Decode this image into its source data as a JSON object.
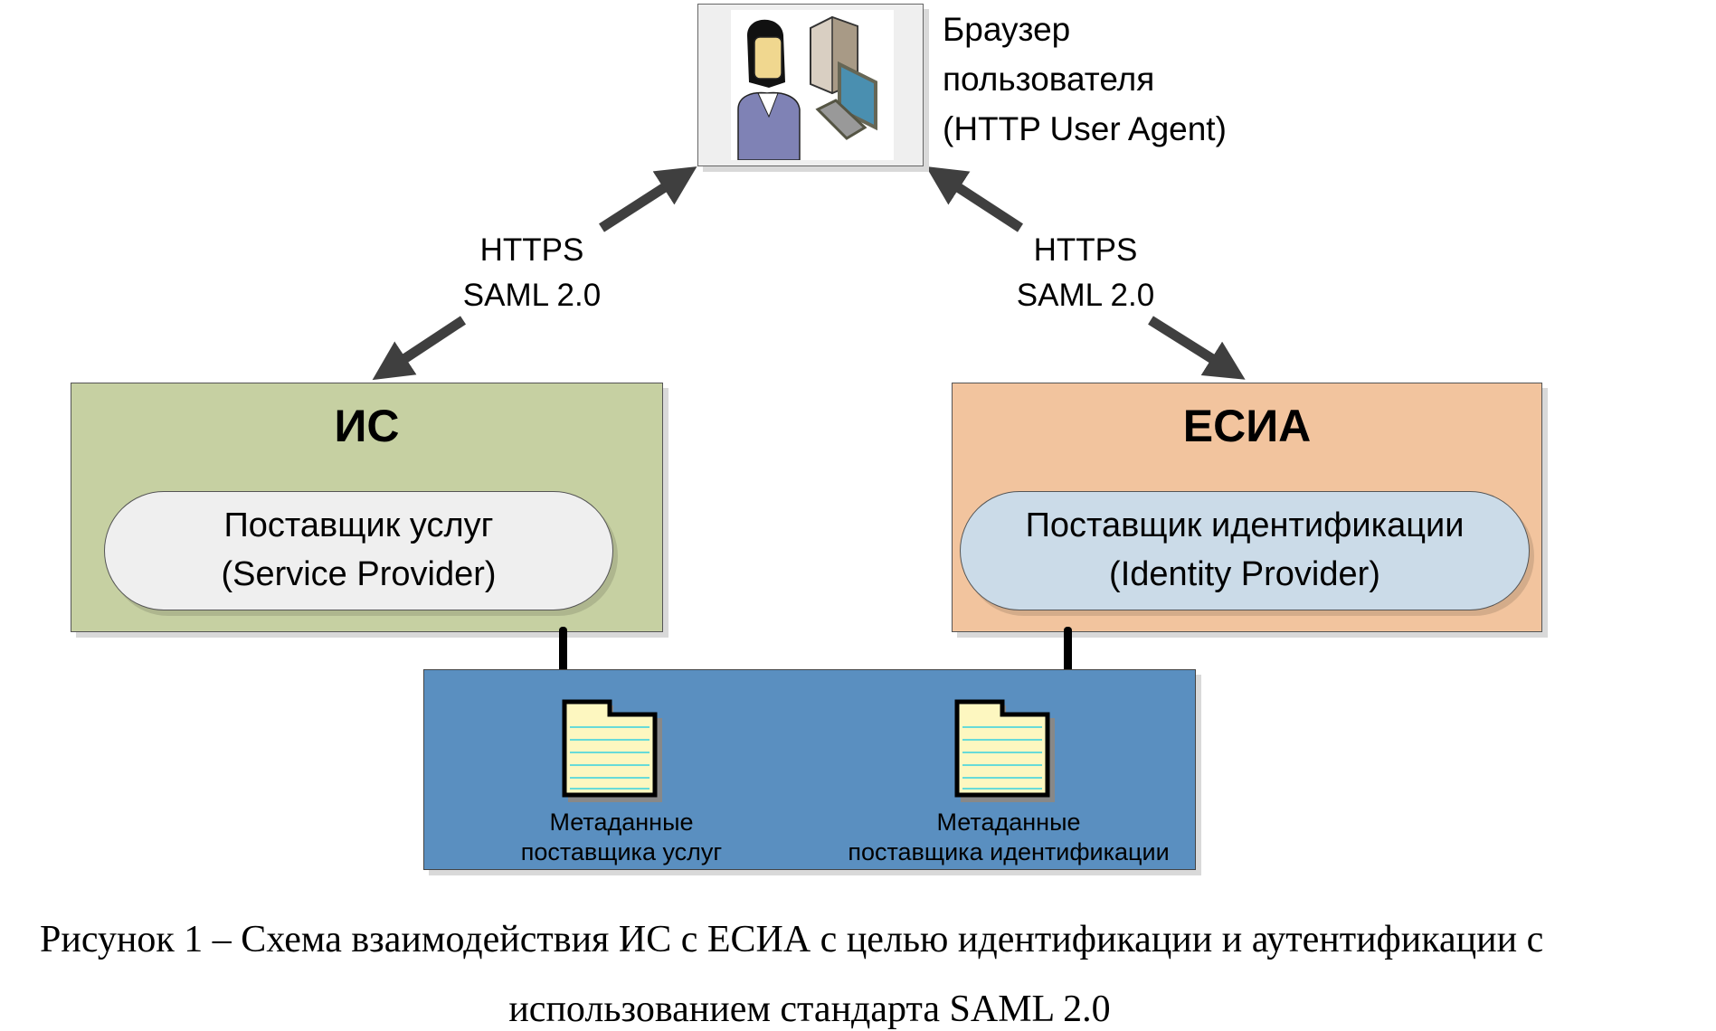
{
  "browser": {
    "icon": "user-at-computer-icon",
    "label_lines": [
      "Браузер",
      "пользователя",
      "(HTTP User Agent)"
    ]
  },
  "links": {
    "left": {
      "line1": "HTTPS",
      "line2": "SAML 2.0"
    },
    "right": {
      "line1": "HTTPS",
      "line2": "SAML 2.0"
    }
  },
  "groups": {
    "is": {
      "title": "ИС",
      "color": "#c6d0a2",
      "pill": {
        "line1": "Поставщик услуг",
        "line2": "(Service Provider)",
        "color": "#efefef"
      }
    },
    "esia": {
      "title": "ЕСИА",
      "color": "#f2c49e",
      "pill": {
        "line1": "Поставщик идентификации",
        "line2": "(Identity Provider)",
        "color": "#cbdbe8"
      }
    }
  },
  "metadata": {
    "color": "#5a8fc0",
    "docs": [
      {
        "icon": "document-icon",
        "line1": "Метаданные",
        "line2": "поставщика услуг"
      },
      {
        "icon": "document-icon",
        "line1": "Метаданные",
        "line2": "поставщика идентификации"
      }
    ]
  },
  "caption": {
    "line1": "Рисунок 1 – Схема взаимодействия ИС с ЕСИА с целью идентификации и аутентификации  с",
    "line2": "использованием стандарта SAML 2.0"
  }
}
